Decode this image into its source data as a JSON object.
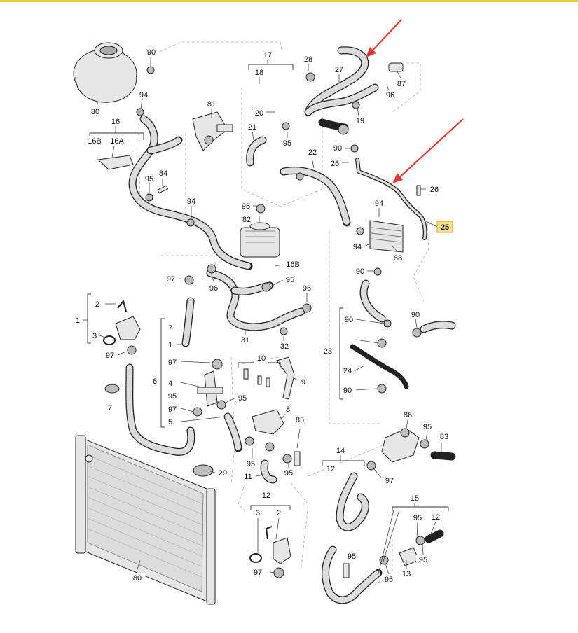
{
  "colors": {
    "top_bar": "#f2c94c",
    "arrow": "#e53935",
    "highlight_tag": "#ffe38a",
    "hose": "#d9d9d9",
    "line": "#222222"
  },
  "labels": {
    "l90a": "90",
    "l80a": "80",
    "l94a": "94",
    "l16": "16",
    "l16b": "16B",
    "l16a": "16A",
    "l95a": "95",
    "l84": "84",
    "l94b": "94",
    "l81": "81",
    "l17": "17",
    "l18": "18",
    "l28": "28",
    "l27": "27",
    "l87": "87",
    "l96a": "96",
    "l20": "20",
    "l19": "19",
    "l21": "21",
    "l95b": "95",
    "l90b": "90",
    "l22": "22",
    "l26a": "26",
    "l26b": "26",
    "l25": "25",
    "l95c": "95",
    "l82": "82",
    "l94c": "94",
    "l94d": "94",
    "l88": "88",
    "l16b2": "16B",
    "l90c": "90",
    "l97a": "97",
    "l96b": "96",
    "l95d": "95",
    "l96c": "96",
    "l2a": "2",
    "l1a": "1",
    "l3a": "3",
    "l97b": "97",
    "l7a": "7",
    "l1b": "1",
    "l31": "31",
    "l32": "32",
    "l90d": "90",
    "l90e": "90",
    "l23": "23",
    "l24": "24",
    "l90f": "90",
    "l10": "10",
    "l9": "9",
    "l97c": "97",
    "l6": "6",
    "l4": "4",
    "l95e": "95",
    "l97d": "97",
    "l5": "5",
    "l95f": "95",
    "l7b": "7",
    "l8": "8",
    "l85": "85",
    "l86": "86",
    "l95g": "95",
    "l83": "83",
    "l95h": "95",
    "l95i": "95",
    "l11": "11",
    "l29": "29",
    "l14": "14",
    "l12a": "12",
    "l97e": "97",
    "l12b": "12",
    "l3b": "3",
    "l2b": "2",
    "l15": "15",
    "l95j": "95",
    "l12c": "12",
    "l95k": "95",
    "l95l": "95",
    "l13": "13",
    "l95m": "95",
    "l80b": "80",
    "l97f": "97"
  }
}
